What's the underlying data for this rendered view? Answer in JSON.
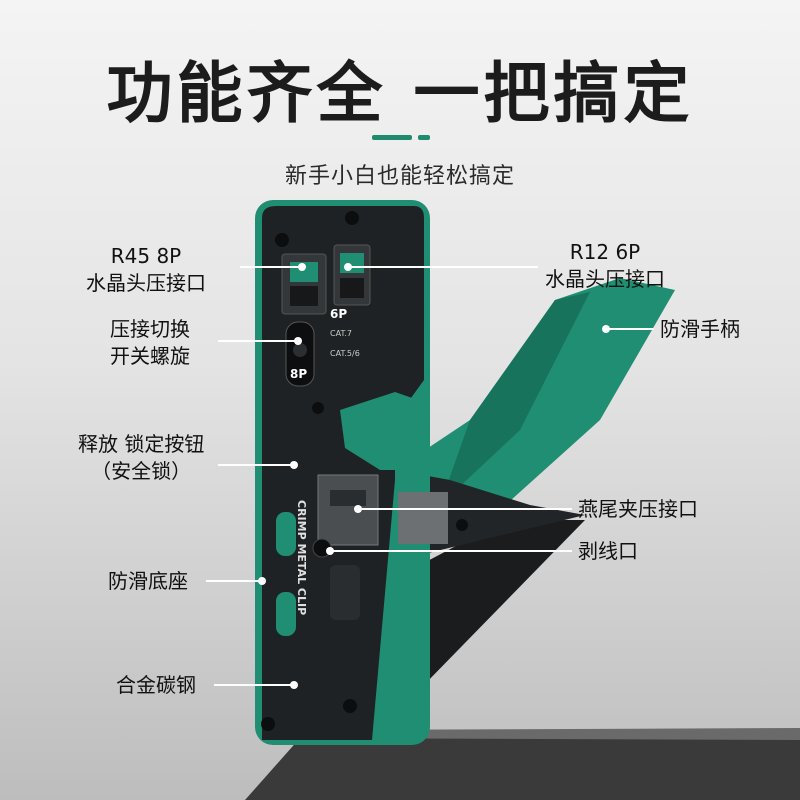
{
  "headline": "功能齐全 一把搞定",
  "subtitle": "新手小白也能轻松搞定",
  "colors": {
    "accent": "#1f8a6d",
    "tool_green": "#1e8e72",
    "tool_dark": "#202325",
    "leader_line": "#ffffff"
  },
  "labels": {
    "rj45_line1": "R45 8P",
    "rj45_line2": "水晶头压接口",
    "rj12_line1": "R12 6P",
    "rj12_line2": "水晶头压接口",
    "switch_line1": "压接切换",
    "switch_line2": "开关螺旋",
    "handle": "防滑手柄",
    "release_line1": "释放 锁定按钮",
    "release_line2": "（安全锁）",
    "dovetail": "燕尾夹压接口",
    "stripper": "剥线口",
    "base": "防滑底座",
    "steel": "合金碳钢"
  },
  "tool_text": {
    "port6": "6P",
    "cat7": "CAT.7",
    "cat56": "CAT.5/6",
    "port8": "8P",
    "crimp": "CRIMP METAL CLIP"
  }
}
